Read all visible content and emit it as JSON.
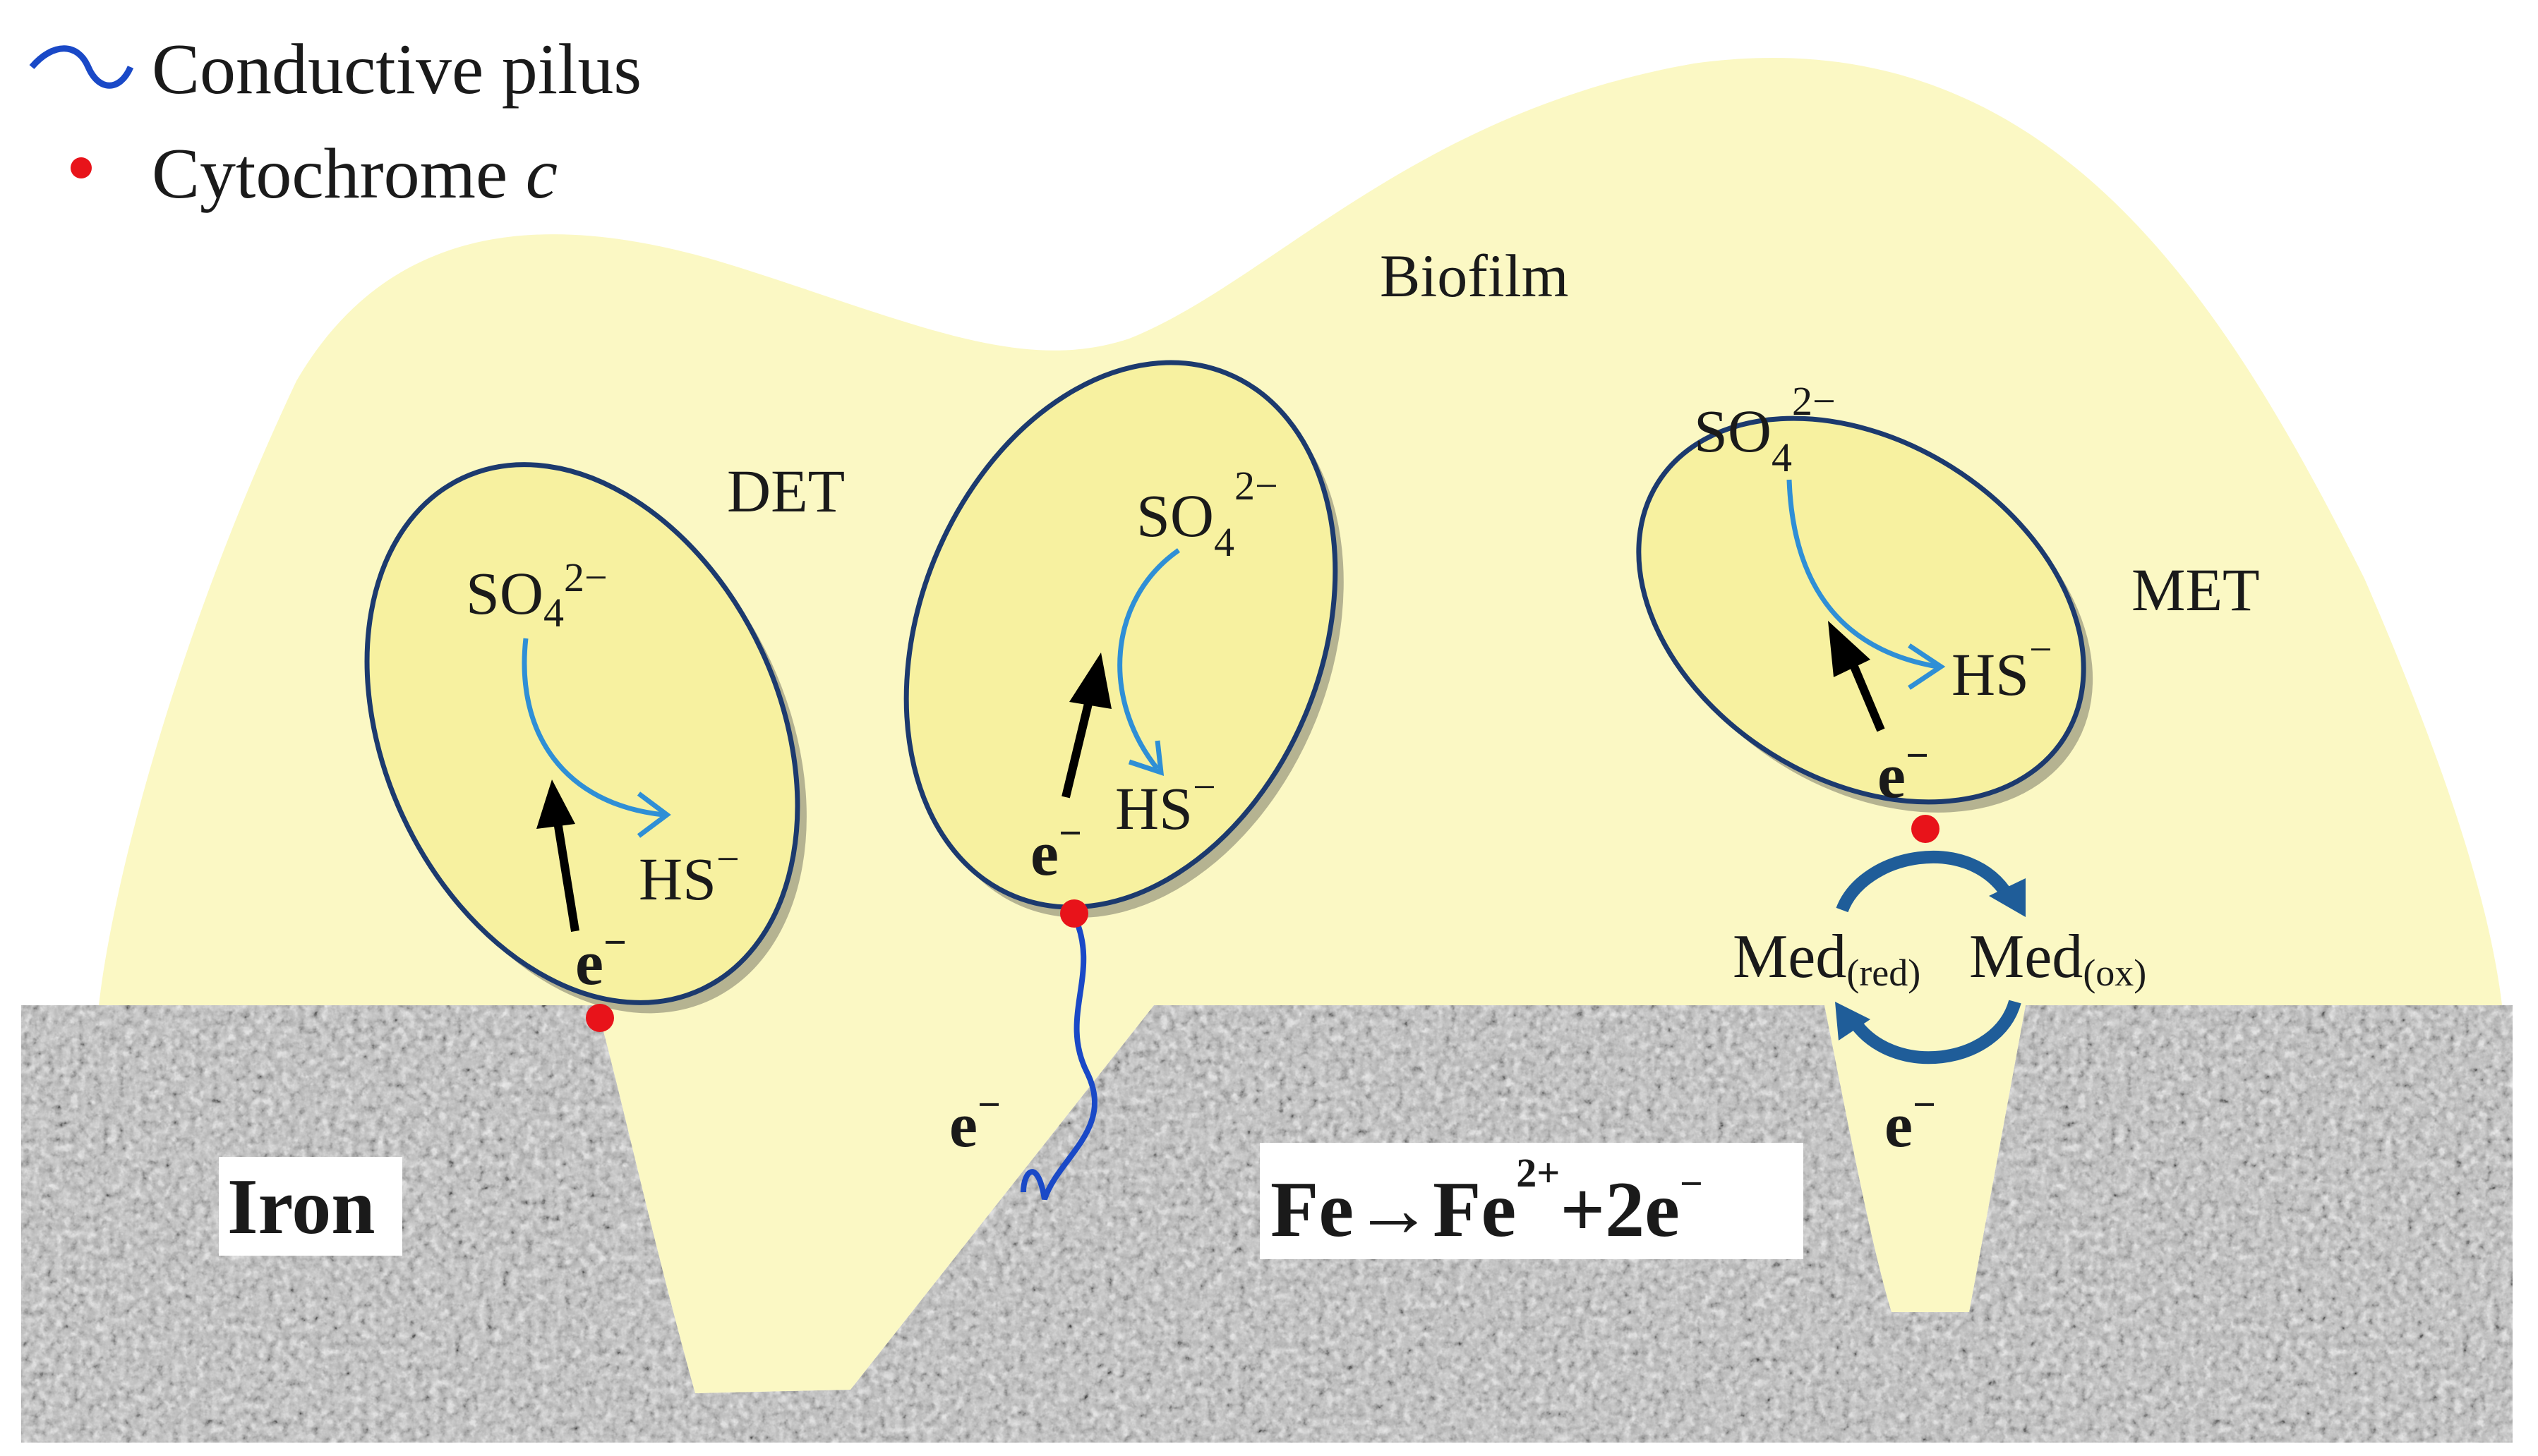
{
  "legend": {
    "pilus_label": "Conductive pilus",
    "cytochrome_label_main": "Cytochrome ",
    "cytochrome_label_italic": "c"
  },
  "labels": {
    "biofilm": "Biofilm",
    "det": "DET",
    "met": "MET",
    "iron": "Iron"
  },
  "reaction": {
    "fe": "Fe",
    "arrow": "→",
    "fe2": "Fe",
    "fe2_charge": "2+",
    "plus_2e": "+2e",
    "minus": "−"
  },
  "species": {
    "so4": "SO",
    "so4_sub": "4",
    "so4_charge": "2−",
    "hs": "HS",
    "hs_charge": "−",
    "electron": "e",
    "electron_charge": "−"
  },
  "mediator": {
    "med_red": "Med",
    "med_red_sub": "(red)",
    "med_ox": "Med",
    "med_ox_sub": "(ox)"
  },
  "colors": {
    "biofilm": "#fbf8c4",
    "cell_fill": "#f7f1a0",
    "cell_stroke": "#1c3a6e",
    "cytochrome": "#e8131a",
    "pilus": "#1a49c7",
    "reduction_arrow": "#2f8fd6",
    "electron_arrow": "#000000",
    "cycle_arrow": "#1f5d99",
    "iron_base": "#b9b9b9"
  },
  "icons": {
    "pilus": "wave-line-icon",
    "cytochrome": "red-dot-icon"
  }
}
